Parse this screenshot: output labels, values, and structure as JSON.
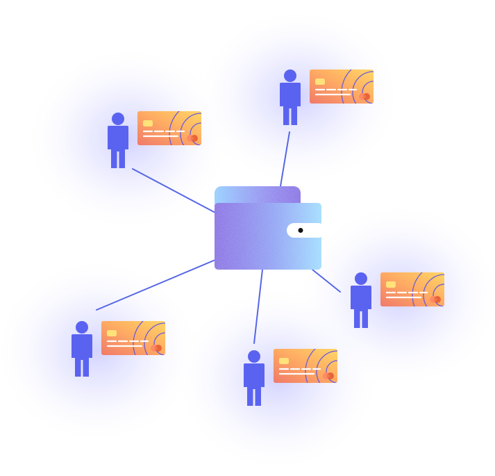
{
  "colors": {
    "background": "#ffffff",
    "connector": "#5566e6",
    "person": "#5a63f0",
    "glow": "#8c8cff",
    "wallet_dark": "#6a3fe0",
    "wallet_light": "#8fd8ff",
    "card_warm": "#f07a6a",
    "card_gold": "#ffd766",
    "card_ring": "#6a5ae0",
    "card_stripe": "#ffffff"
  },
  "diagram": {
    "center": {
      "icon": "wallet-icon"
    },
    "nodes": [
      {
        "id": "top",
        "person_icon": "person-icon",
        "card_icon": "credit-card-icon"
      },
      {
        "id": "upper-left",
        "person_icon": "person-icon",
        "card_icon": "credit-card-icon"
      },
      {
        "id": "right",
        "person_icon": "person-icon",
        "card_icon": "credit-card-icon"
      },
      {
        "id": "lower-left",
        "person_icon": "person-icon",
        "card_icon": "credit-card-icon"
      },
      {
        "id": "bottom",
        "person_icon": "person-icon",
        "card_icon": "credit-card-icon"
      }
    ]
  }
}
